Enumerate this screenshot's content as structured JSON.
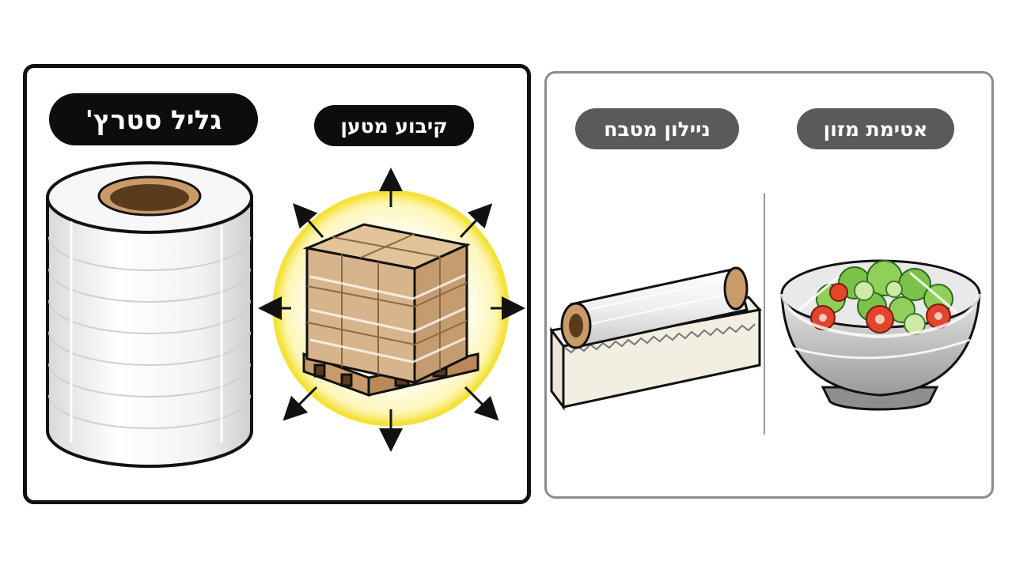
{
  "labels": {
    "stretch_roll": "גליל סטרץ'",
    "load_securing": "קיבוע מטען",
    "kitchen_nylon": "ניילון מטבח",
    "food_seal": "אטימת מזון"
  },
  "icons": {
    "stretch_roll": "stretch-film-roll-icon",
    "pallet": "wrapped-pallet-icon",
    "dispenser": "cling-film-dispenser-icon",
    "bowl": "covered-salad-bowl-icon"
  },
  "colors": {
    "primary_border": "#111111",
    "secondary_border": "#8c8c8c",
    "primary_pill": "#0d0d0d",
    "secondary_pill": "#5a5a5a",
    "highlight": "#f4e23a",
    "cardboard": "#d8b48c"
  }
}
